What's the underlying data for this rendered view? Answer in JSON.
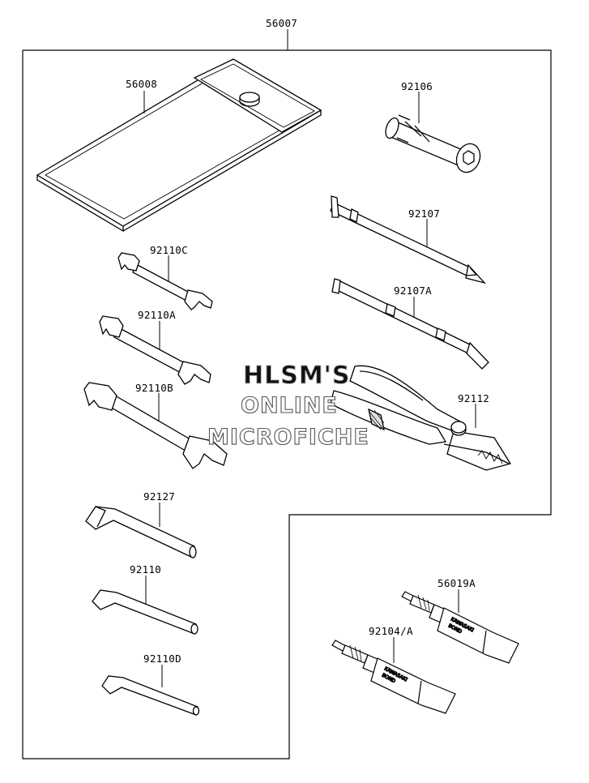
{
  "diagram": {
    "assembly_part": "56007",
    "parts": [
      {
        "id": "p56008",
        "number": "56008",
        "name": "tool-bag"
      },
      {
        "id": "p92106",
        "number": "92106",
        "name": "socket-bar"
      },
      {
        "id": "p92107",
        "number": "92107",
        "name": "screwdriver-phillips"
      },
      {
        "id": "p92107A",
        "number": "92107A",
        "name": "screwdriver-flat"
      },
      {
        "id": "p92112",
        "number": "92112",
        "name": "pliers"
      },
      {
        "id": "p92110C",
        "number": "92110C",
        "name": "wrench-small"
      },
      {
        "id": "p92110A",
        "number": "92110A",
        "name": "wrench-medium"
      },
      {
        "id": "p92110B",
        "number": "92110B",
        "name": "wrench-large"
      },
      {
        "id": "p92127",
        "number": "92127",
        "name": "hex-key-large"
      },
      {
        "id": "p92110",
        "number": "92110",
        "name": "hex-key-medium"
      },
      {
        "id": "p92110D",
        "number": "92110D",
        "name": "hex-key-small"
      },
      {
        "id": "p56019A",
        "number": "56019A",
        "name": "bond-tube-a"
      },
      {
        "id": "p92104A",
        "number": "92104/A",
        "name": "bond-tube-b"
      }
    ],
    "tube_print": {
      "brand": "KAWASAKI",
      "product": "BOND"
    }
  },
  "watermark": {
    "line1": "HLSM'S",
    "line2": "ONLINE",
    "line3": "MICROFICHE"
  }
}
